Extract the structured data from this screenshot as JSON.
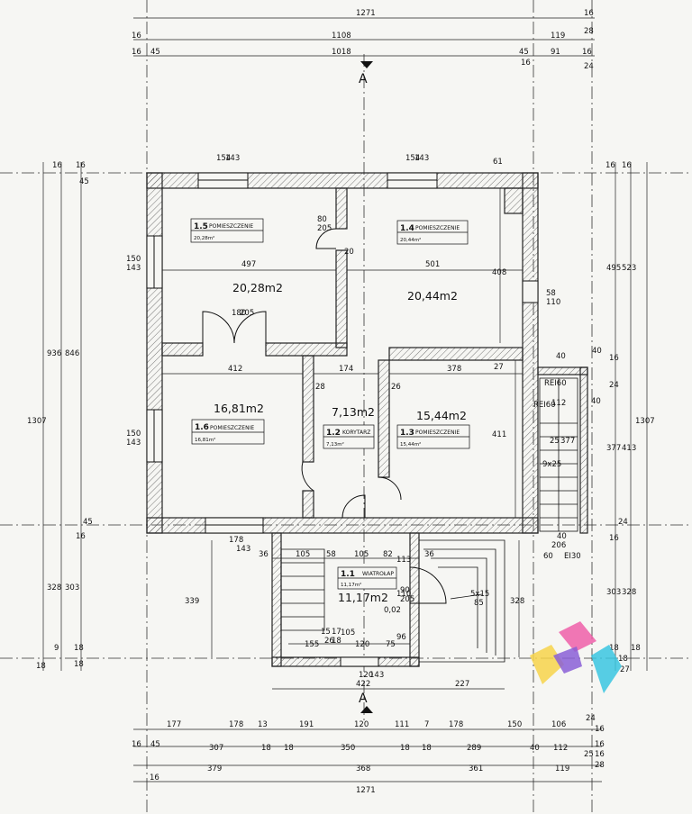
{
  "sheet": {
    "section_mark": "A",
    "top_dims": {
      "row1": [
        "1271",
        "16",
        "28"
      ],
      "row2": [
        "16",
        "1108",
        "119",
        "28"
      ],
      "row3": [
        "16",
        "45",
        "1018",
        "45",
        "16",
        "91",
        "16",
        "24"
      ],
      "cols": [
        "154",
        "143",
        "154",
        "143",
        "61"
      ]
    },
    "bottom_dims": {
      "row1": [
        "177",
        "178",
        "13",
        "191",
        "120",
        "111",
        "7",
        "178",
        "150",
        "106",
        "24",
        "16"
      ],
      "row2": [
        "16",
        "45",
        "307",
        "18",
        "18",
        "350",
        "18",
        "18",
        "289",
        "40",
        "112",
        "16"
      ],
      "row3": [
        "379",
        "368",
        "361",
        "119",
        "28",
        "16"
      ],
      "total": "1271",
      "left16": "16",
      "right_pair": [
        "25",
        "28"
      ],
      "porch": [
        "422",
        "227",
        "120",
        "143"
      ]
    },
    "left_dims": {
      "total": "1307",
      "a": "936",
      "b": "846",
      "c": "328",
      "d": "303",
      "top": [
        "16",
        "16",
        "45"
      ],
      "mid": [
        "16",
        "45"
      ],
      "bot": [
        "18",
        "9",
        "18",
        "18"
      ],
      "window_l1": [
        "150",
        "143"
      ],
      "window_l2": [
        "150",
        "143"
      ]
    },
    "right_dims": {
      "total": "1307",
      "a": "495",
      "b": "523",
      "c": "377",
      "d": "413",
      "e": "303",
      "f": "328",
      "top": [
        "16",
        "16"
      ],
      "mid": [
        "24",
        "16",
        "40",
        "16",
        "24"
      ],
      "bot": [
        "18",
        "18",
        "18",
        "27"
      ]
    },
    "interior_dims": {
      "d497": "497",
      "d501": "501",
      "d412": "412",
      "d174": "174",
      "d378": "378",
      "d408": "408",
      "d411": "411",
      "d20": "20",
      "d28": "28",
      "d26": "26",
      "d27": "27",
      "d61": "61",
      "d40a": "40",
      "d40b": "40",
      "d112": "112",
      "rei60a": "REI60",
      "rei60b": "REI60",
      "ei30": "EI30",
      "door_80_205": [
        "80",
        "205"
      ],
      "door_180_205": [
        "180",
        "205"
      ],
      "door_90_205": [
        "90",
        "205"
      ],
      "win_58_110": [
        "58",
        "110"
      ],
      "stair": [
        "25",
        "377",
        "9x25",
        "206",
        "60",
        "40"
      ],
      "porch_top": [
        "36",
        "105",
        "58",
        "105",
        "82",
        "113",
        "36"
      ],
      "porch_side": [
        "339",
        "328",
        "178",
        "143"
      ],
      "porch_misc": [
        "155",
        "105",
        "120",
        "75",
        "96",
        "110",
        "0,02",
        "15",
        "17",
        "26",
        "18",
        "5x15",
        "85"
      ]
    },
    "rooms": [
      {
        "id": "1.5",
        "name": "POMIESZCZENIE",
        "small": "20,28m²",
        "area": "20,28m2"
      },
      {
        "id": "1.4",
        "name": "POMIESZCZENIE",
        "small": "20,44m²",
        "area": "20,44m2"
      },
      {
        "id": "1.6",
        "name": "POMIESZCZENIE",
        "small": "16,81m²",
        "area": "16,81m2"
      },
      {
        "id": "1.2",
        "name": "KORYTARZ",
        "small": "7,13m²",
        "area": "7,13m2"
      },
      {
        "id": "1.3",
        "name": "POMIESZCZENIE",
        "small": "15,44m²",
        "area": "15,44m2"
      },
      {
        "id": "1.1",
        "name": "WIATROŁAP",
        "small": "11,17m²",
        "area": "11,17m2"
      }
    ],
    "logo_colors": [
      "#f7d34a",
      "#ef5fa8",
      "#39c6e0",
      "#8a5fd6"
    ]
  }
}
